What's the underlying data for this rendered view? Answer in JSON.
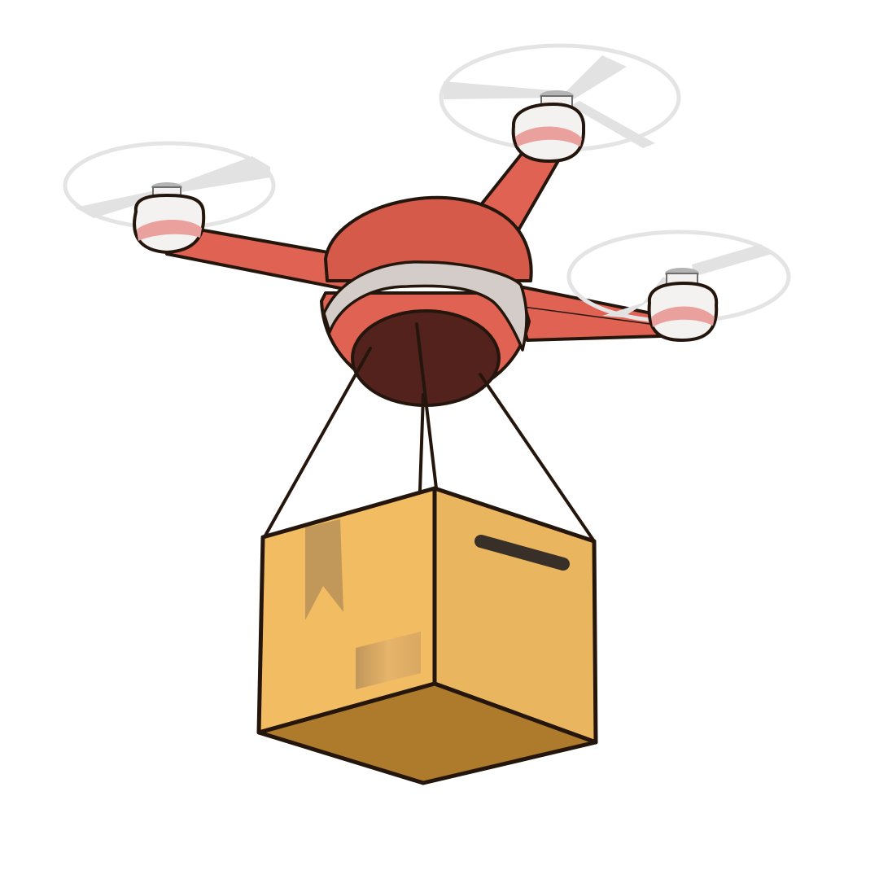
{
  "canvas": {
    "background": "#ffffff"
  },
  "colors": {
    "outline": "#24160c",
    "drone_body": "#e06252",
    "drone_body_shade": "#d65a4a",
    "drone_underside": "#54221d",
    "drone_band": "#d4ccc8",
    "motor_shell": "#f4f2f1",
    "motor_stripe": "#eaa09c",
    "motor_cap": "#b4b4b4",
    "propeller_blur": "#e4e4e4",
    "box_front": "#f2bc62",
    "box_side": "#e9b55e",
    "box_bottom": "#ad7b2b",
    "box_tape": "#c1975a",
    "box_label": "#e1b063",
    "box_handle": "#382f28"
  },
  "elements": {
    "drone": "quadcopter-drone",
    "rotors": [
      "rotor-front-left",
      "rotor-back-right",
      "rotor-front-right",
      "rotor-back-left"
    ],
    "payload": "cardboard-box",
    "tethers": 4
  }
}
